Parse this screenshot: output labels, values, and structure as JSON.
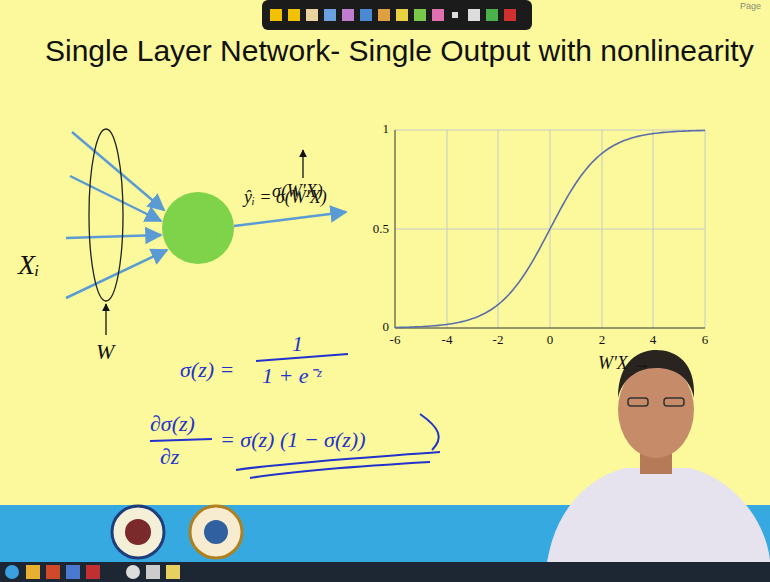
{
  "diagram": {
    "title": "Single Layer Network- Single Output with nonlinearity",
    "labels": [
      "Page",
      "Xᵢ",
      "W",
      "ŷᵢ = σ(W'X)",
      "σ(W'X)",
      "1",
      "0.5",
      "0",
      "-6",
      "-4",
      "-2",
      "0",
      "2",
      "4",
      "6",
      "W'X →",
      "σ(z) =",
      "1",
      "1 + e⁻ᶻ",
      "∂σ(z)",
      "∂z",
      "= σ(z) (1 − σ(z))"
    ]
  }
}
